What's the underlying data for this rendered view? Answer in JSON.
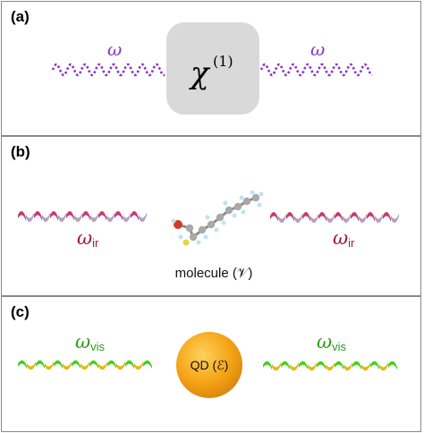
{
  "panel_a": {
    "label": "(a)",
    "omega_left": "ω",
    "omega_right": "ω",
    "chi_symbol": "χ",
    "chi_superscript": "(1)",
    "box_color": "#d9d9d9",
    "wave_color": "#8a35c7"
  },
  "panel_b": {
    "label": "(b)",
    "omega_symbol": "ω",
    "omega_sub": "ir",
    "caption": "molecule (𝒱)",
    "helix_colors": [
      "#c23c72",
      "#b3a0c8"
    ]
  },
  "panel_c": {
    "label": "(c)",
    "omega_symbol": "ω",
    "omega_sub": "vis",
    "qd_label": "QD (ℰ)",
    "qd_color": "#f5a417",
    "helix_colors": [
      "#3fd21a",
      "#e3b81c"
    ]
  }
}
